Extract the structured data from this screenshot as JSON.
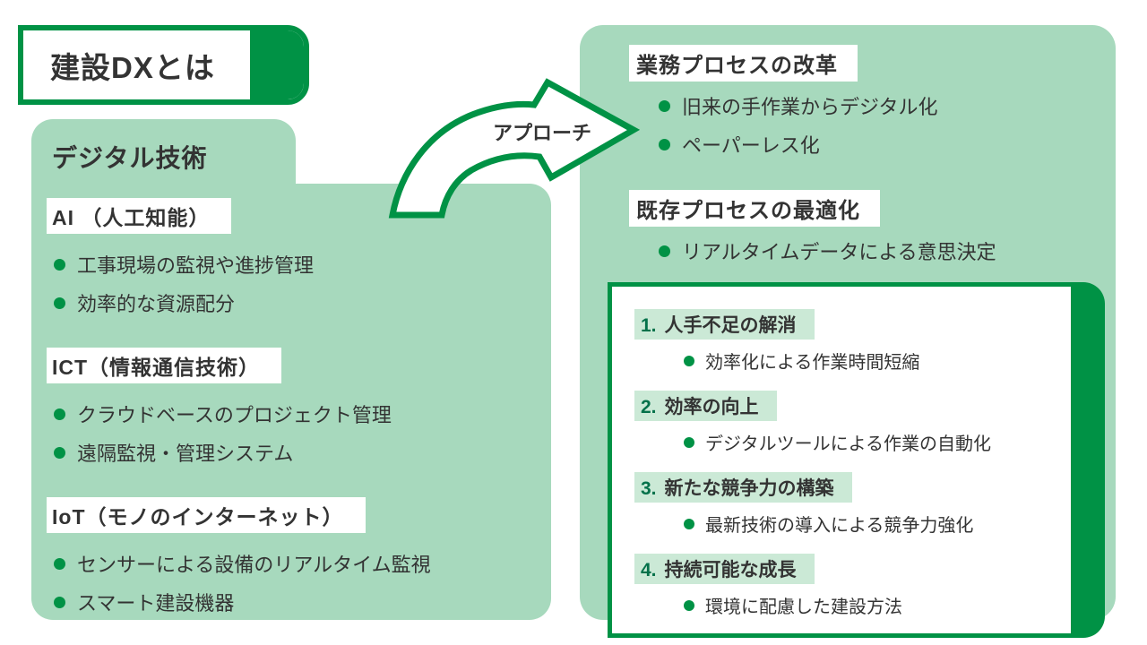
{
  "title": {
    "label": "建設DXとは"
  },
  "left_panel": {
    "header": "デジタル技術",
    "sections": [
      {
        "label": "AI （人工知能）",
        "items": [
          "工事現場の監視や進捗管理",
          "効率的な資源配分"
        ]
      },
      {
        "label": "ICT（情報通信技術）",
        "items": [
          "クラウドベースのプロジェクト管理",
          "遠隔監視・管理システム"
        ]
      },
      {
        "label": "IoT（モノのインターネット）",
        "items": [
          "センサーによる設備のリアルタイム監視",
          "スマート建設機器"
        ]
      }
    ]
  },
  "arrow": {
    "label": "アプローチ"
  },
  "right_panel": {
    "sections": [
      {
        "label": "業務プロセスの改革",
        "items": [
          "旧来の手作業からデジタル化",
          "ペーパーレス化"
        ]
      },
      {
        "label": "既存プロセスの最適化",
        "items": [
          "リアルタイムデータによる意思決定"
        ]
      }
    ],
    "goals": [
      {
        "number": "1.",
        "label": "人手不足の解消",
        "items": [
          "効率化による作業時間短縮"
        ]
      },
      {
        "number": "2.",
        "label": "効率の向上",
        "items": [
          "デジタルツールによる作業の自動化"
        ]
      },
      {
        "number": "3.",
        "label": "新たな競争力の構築",
        "items": [
          "最新技術の導入による競争力強化"
        ]
      },
      {
        "number": "4.",
        "label": "持続可能な成長",
        "items": [
          "環境に配慮した建設方法"
        ]
      }
    ]
  },
  "colors": {
    "brand_green": "#009245",
    "dark_green_number": "#03714a",
    "panel_light_green": "#a7d9bd",
    "goal_highlight_green": "#cbe9d6",
    "text": "#333333",
    "background": "#ffffff"
  }
}
